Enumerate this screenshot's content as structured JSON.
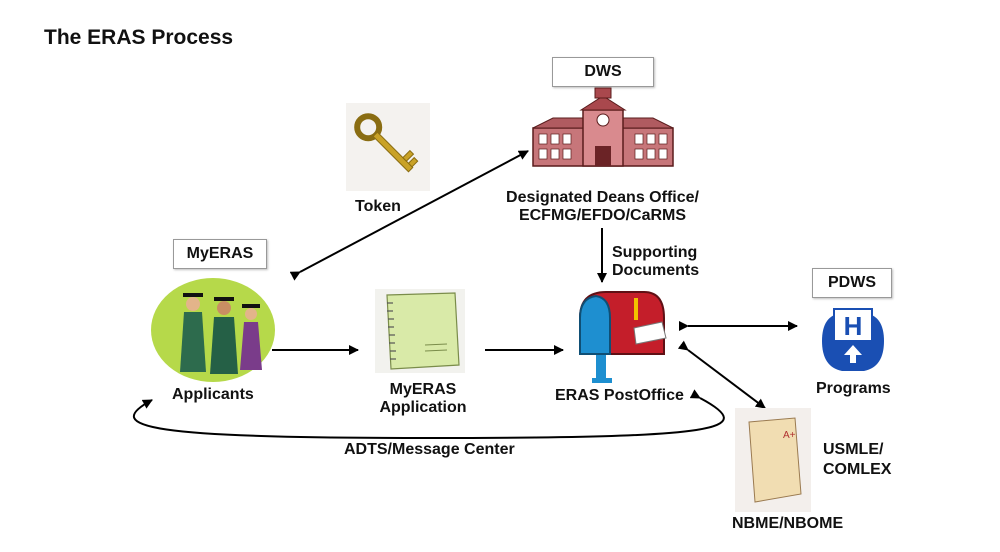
{
  "title": "The ERAS Process",
  "nodes": {
    "dws": {
      "box_label": "DWS",
      "label_line1": "Designated Deans Office/",
      "label_line2": "ECFMG/EFDO/CaRMS"
    },
    "myeras": {
      "box_label": "MyERAS",
      "label": "Applicants"
    },
    "token": {
      "label": "Token"
    },
    "application": {
      "label_line1": "MyERAS",
      "label_line2": "Application"
    },
    "postoffice": {
      "label": "ERAS PostOffice"
    },
    "pdws": {
      "box_label": "PDWS",
      "label": "Programs"
    },
    "nbme": {
      "label": "NBME/NBOME",
      "side_line1": "USMLE/",
      "side_line2": "COMLEX"
    }
  },
  "edges": {
    "supporting_line1": "Supporting",
    "supporting_line2": "Documents",
    "adts": "ADTS/Message Center"
  }
}
